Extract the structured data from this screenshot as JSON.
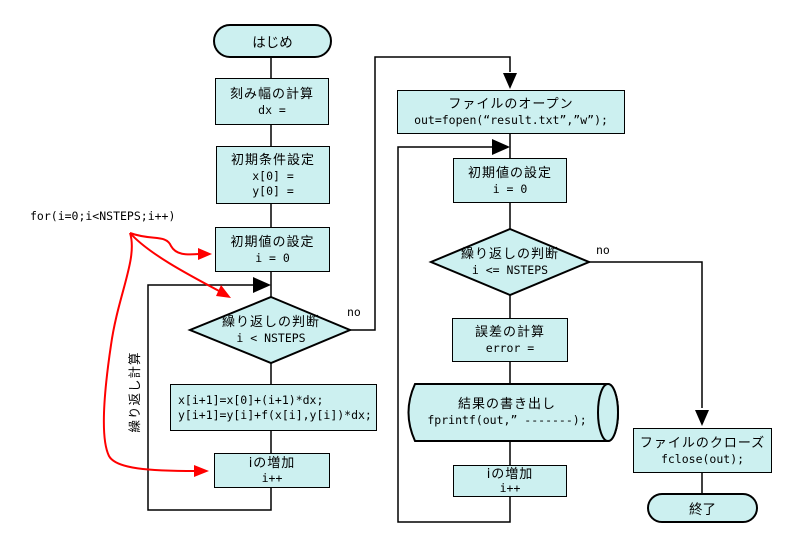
{
  "colors": {
    "node_fill": "#ccf0f0",
    "outline": "#000000",
    "red_arrow": "#ff0000"
  },
  "annotations": {
    "for_loop": "for(i=0;i<NSTEPS;i++)",
    "loop_vertical": "繰り返し計算",
    "no_left": "no",
    "no_right": "no"
  },
  "left_column": {
    "start": "はじめ",
    "step_width": {
      "title": "刻み幅の計算",
      "code": "dx ="
    },
    "init_conditions": {
      "title": "初期条件設定",
      "code1": "x[0] =",
      "code2": "y[0] ="
    },
    "init_value": {
      "title": "初期値の設定",
      "code": "i = 0"
    },
    "decision": {
      "title": "繰り返しの判断",
      "cond": "i < NSTEPS"
    },
    "calc": {
      "line1": "x[i+1]=x[0]+(i+1)*dx;",
      "line2": "y[i+1]=y[i]+f(x[i],y[i])*dx;"
    },
    "increment": {
      "title": "iの増加",
      "code": "i++"
    }
  },
  "right_column": {
    "file_open": {
      "title": "ファイルのオープン",
      "code": "out=fopen(“result.txt”,”w”);"
    },
    "init_value": {
      "title": "初期値の設定",
      "code": "i = 0"
    },
    "decision": {
      "title": "繰り返しの判断",
      "cond": "i <= NSTEPS"
    },
    "error_calc": {
      "title": "誤差の計算",
      "code": "error ="
    },
    "write_result": {
      "title": "結果の書き出し",
      "code": "fprintf(out,” -------);"
    },
    "increment": {
      "title": "iの増加",
      "code": "i++"
    },
    "file_close": {
      "title": "ファイルのクローズ",
      "code": "fclose(out);"
    },
    "end": "終了"
  }
}
